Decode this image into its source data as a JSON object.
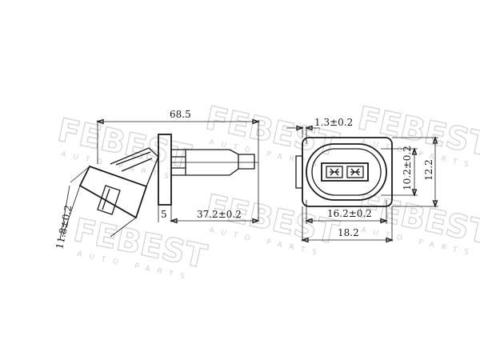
{
  "watermark": {
    "brand": "FEBEST",
    "tagline": "AUTO PARTS"
  },
  "side_view": {
    "overall_length": "68.5",
    "flange_thickness": "5",
    "shaft_length": "37.2±0.2",
    "head_width": "11.8±0.2"
  },
  "connector_view": {
    "wall_offset": "1.3±0.2",
    "inner_width": "16.2±0.2",
    "outer_width": "18.2",
    "inner_height": "10.2±0.2",
    "outer_height": "12.2"
  }
}
